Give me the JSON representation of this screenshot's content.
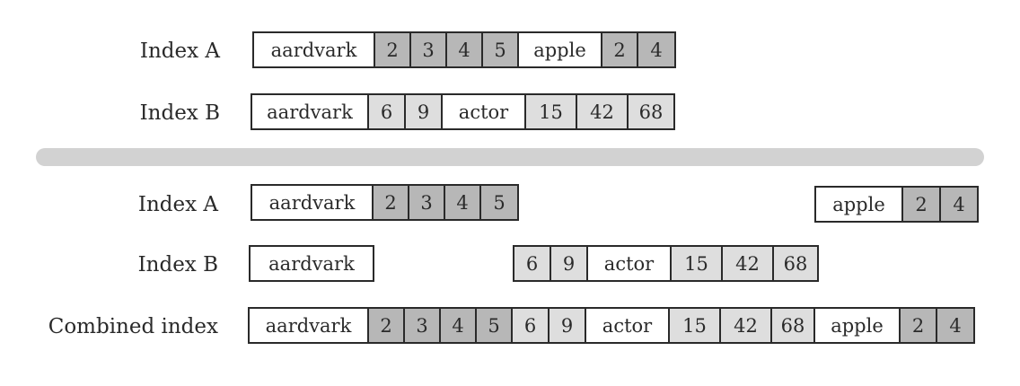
{
  "colors": {
    "ink": "#2a2a2a",
    "term_cell": "#ffffff",
    "posting_a": "#b7b7b7",
    "posting_b": "#dedede",
    "divider": "#d2d2d2"
  },
  "top": {
    "index_a": {
      "label": "Index A",
      "cells": [
        {
          "text": "aardvark",
          "kind": "term"
        },
        {
          "text": "2",
          "kind": "posting-dark"
        },
        {
          "text": "3",
          "kind": "posting-dark"
        },
        {
          "text": "4",
          "kind": "posting-dark"
        },
        {
          "text": "5",
          "kind": "posting-dark"
        },
        {
          "text": "apple",
          "kind": "term"
        },
        {
          "text": "2",
          "kind": "posting-dark"
        },
        {
          "text": "4",
          "kind": "posting-dark"
        }
      ]
    },
    "index_b": {
      "label": "Index B",
      "cells": [
        {
          "text": "aardvark",
          "kind": "term"
        },
        {
          "text": "6",
          "kind": "posting-light"
        },
        {
          "text": "9",
          "kind": "posting-light"
        },
        {
          "text": "actor",
          "kind": "term"
        },
        {
          "text": "15",
          "kind": "posting-light"
        },
        {
          "text": "42",
          "kind": "posting-light"
        },
        {
          "text": "68",
          "kind": "posting-light"
        }
      ]
    }
  },
  "bottom": {
    "index_a": {
      "label": "Index A",
      "segment_1": [
        {
          "text": "aardvark",
          "kind": "term"
        },
        {
          "text": "2",
          "kind": "posting-dark"
        },
        {
          "text": "3",
          "kind": "posting-dark"
        },
        {
          "text": "4",
          "kind": "posting-dark"
        },
        {
          "text": "5",
          "kind": "posting-dark"
        }
      ],
      "segment_2": [
        {
          "text": "apple",
          "kind": "term"
        },
        {
          "text": "2",
          "kind": "posting-dark"
        },
        {
          "text": "4",
          "kind": "posting-dark"
        }
      ]
    },
    "index_b": {
      "label": "Index B",
      "segment_1": [
        {
          "text": "aardvark",
          "kind": "term"
        }
      ],
      "segment_2": [
        {
          "text": "6",
          "kind": "posting-light"
        },
        {
          "text": "9",
          "kind": "posting-light"
        },
        {
          "text": "actor",
          "kind": "term"
        },
        {
          "text": "15",
          "kind": "posting-light"
        },
        {
          "text": "42",
          "kind": "posting-light"
        },
        {
          "text": "68",
          "kind": "posting-light"
        }
      ]
    },
    "combined": {
      "label": "Combined index",
      "cells": [
        {
          "text": "aardvark",
          "kind": "term"
        },
        {
          "text": "2",
          "kind": "posting-dark"
        },
        {
          "text": "3",
          "kind": "posting-dark"
        },
        {
          "text": "4",
          "kind": "posting-dark"
        },
        {
          "text": "5",
          "kind": "posting-dark"
        },
        {
          "text": "6",
          "kind": "posting-light"
        },
        {
          "text": "9",
          "kind": "posting-light"
        },
        {
          "text": "actor",
          "kind": "term"
        },
        {
          "text": "15",
          "kind": "posting-light"
        },
        {
          "text": "42",
          "kind": "posting-light"
        },
        {
          "text": "68",
          "kind": "posting-light"
        },
        {
          "text": "apple",
          "kind": "term"
        },
        {
          "text": "2",
          "kind": "posting-dark"
        },
        {
          "text": "4",
          "kind": "posting-dark"
        }
      ]
    }
  }
}
